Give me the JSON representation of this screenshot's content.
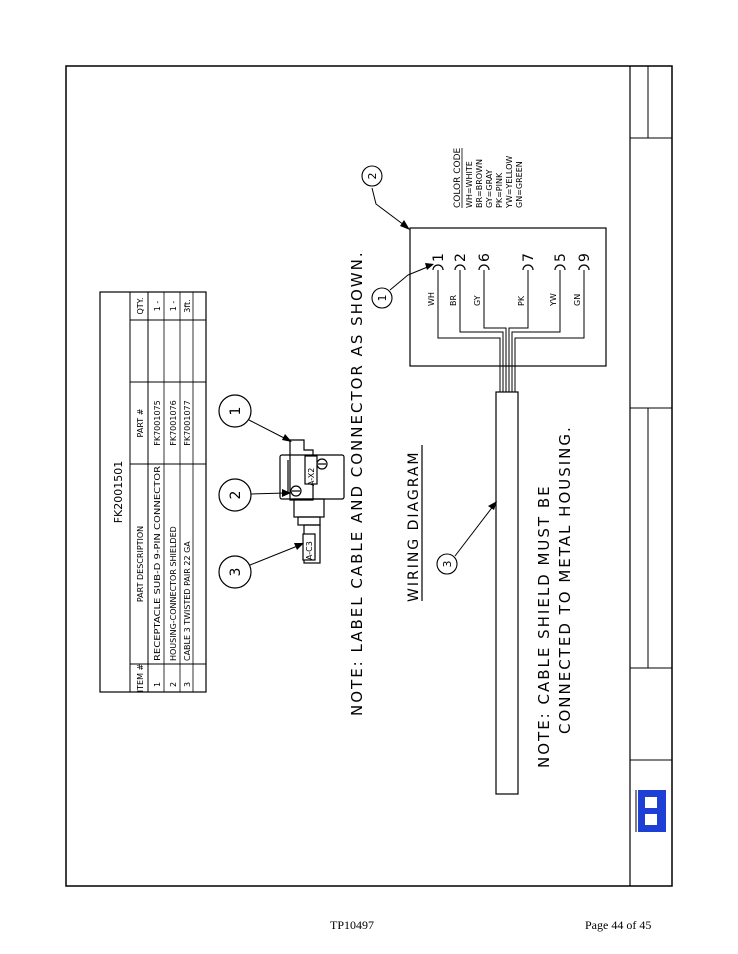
{
  "table": {
    "title": "FK2001501",
    "headers": {
      "item": "ITEM #",
      "description": "PART DESCRIPTION",
      "part": "PART #",
      "qty": "QTY."
    },
    "rows": [
      {
        "item": "1",
        "description": "RECEPTACLE SUB-D 9-PIN CONNECTOR",
        "part": "FK7001075",
        "qty": "1 -"
      },
      {
        "item": "2",
        "description": "HOUSING-CONNECTOR SHIELDED",
        "part": "FK7001076",
        "qty": "1 -"
      },
      {
        "item": "3",
        "description": "CABLE 3 TWISTED PAIR 22 GA",
        "part": "FK7001077",
        "qty": "3ft."
      }
    ]
  },
  "notes": {
    "label": "NOTE: LABEL CABLE AND CONNECTOR AS SHOWN.",
    "shield_line1": "NOTE: CABLE SHIELD MUST BE",
    "shield_line2": "CONNECTED TO METAL HOUSING."
  },
  "wiring_title": "WIRING DIAGRAM",
  "connector_labels": {
    "x2": "A-X2",
    "c3": "A-C3"
  },
  "balloons": {
    "b1": "1",
    "b2": "2",
    "b3": "3"
  },
  "color_code": {
    "title": "COLOR CODE",
    "entries": [
      "WH=WHITE",
      "BR=BROWN",
      "GY=GRAY",
      "PK=PINK",
      "YW=YELLOW",
      "GN=GREEN"
    ]
  },
  "wires": [
    {
      "color": "WH",
      "pin": "1"
    },
    {
      "color": "BR",
      "pin": "2"
    },
    {
      "color": "GY",
      "pin": "6"
    },
    {
      "color": "PK",
      "pin": "7"
    },
    {
      "color": "YW",
      "pin": "5"
    },
    {
      "color": "GN",
      "pin": "9"
    }
  ],
  "footer": {
    "doc_number": "TP10497",
    "page": "Page 44 of 45"
  },
  "logo": {
    "brand_color": "#1d3fd6",
    "icon": "company-logo-icon"
  }
}
